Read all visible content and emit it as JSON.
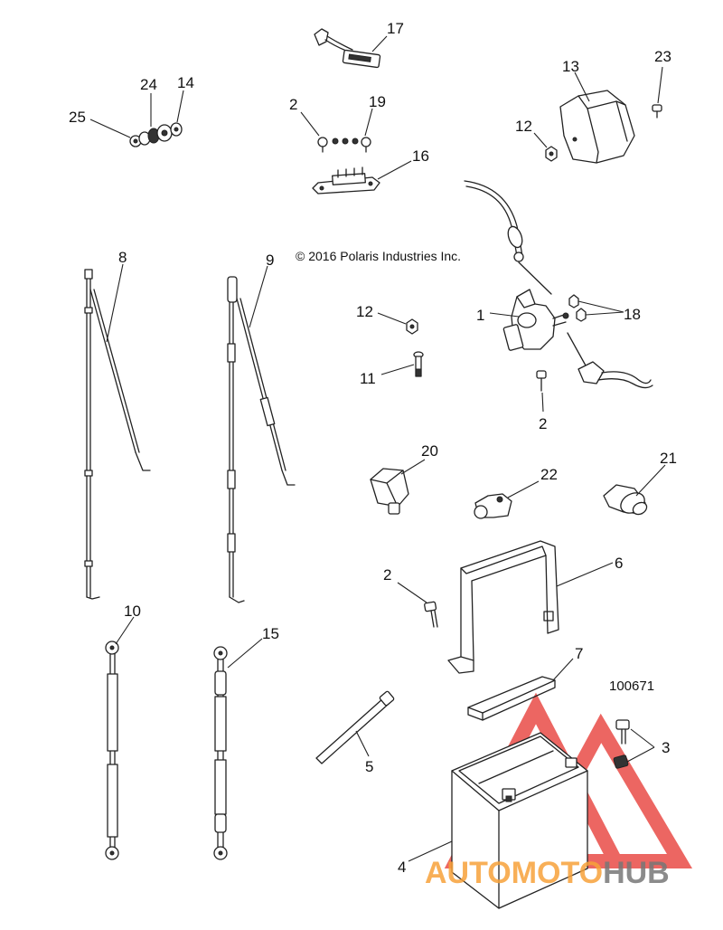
{
  "copyright": "© 2016 Polaris Industries Inc.",
  "diagram_number": "100671",
  "watermark": {
    "word1": "AUTOMOTO",
    "word2": "HUB",
    "color1": "#f7a13a",
    "color2": "#777777",
    "triangle_color": "#e8413b"
  },
  "callouts": {
    "c1": "1",
    "c2a": "2",
    "c2b": "2",
    "c2c": "2",
    "c3": "3",
    "c4": "4",
    "c5": "5",
    "c6": "6",
    "c7": "7",
    "c8": "8",
    "c9": "9",
    "c10": "10",
    "c11": "11",
    "c12a": "12",
    "c12b": "12",
    "c13": "13",
    "c14": "14",
    "c15": "15",
    "c16": "16",
    "c17": "17",
    "c18": "18",
    "c19": "19",
    "c20": "20",
    "c21": "21",
    "c22": "22",
    "c23": "23",
    "c24": "24",
    "c25": "25"
  }
}
